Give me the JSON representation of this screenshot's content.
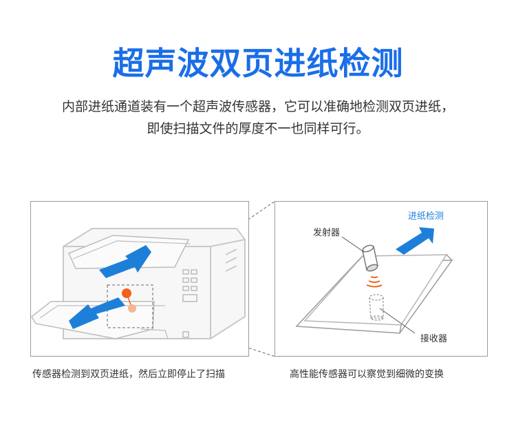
{
  "header": {
    "title": "超声波双页进纸检测",
    "description_line1": "内部进纸通道装有一个超声波传感器，它可以准确地检测双页进纸，",
    "description_line2": "即使扫描文件的厚度不一也同样可行。"
  },
  "diagram": {
    "label_transmitter": "发射器",
    "label_detection": "进纸检测",
    "label_receiver": "接收器"
  },
  "captions": {
    "left": "传感器检测到双页进纸，然后立即停止了扫描",
    "right": "高性能传感器可以察觉到细微的变换"
  },
  "colors": {
    "title": "#1a6ee8",
    "arrow": "#1e7fd9",
    "sensor_dot": "#f2611b",
    "sensor_dot_light": "#f3b78f"
  }
}
